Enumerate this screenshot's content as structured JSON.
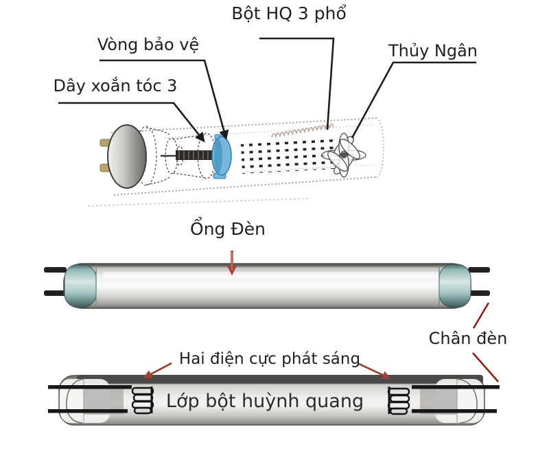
{
  "diagram": {
    "top_detail": {
      "label_powder": "Bột HQ 3 phổ",
      "label_guard_ring": "Vòng bảo vệ",
      "label_filament": "Dây xoắn tóc 3",
      "label_mercury": "Thủy Ngân"
    },
    "middle_tube": {
      "label_tube": "Ổng Đèn",
      "label_pins": "Chân đèn"
    },
    "bottom_tube": {
      "label_electrodes": "Hai điện cực phát sáng",
      "label_phosphor_layer": "Lớp bột huỳnh quang"
    },
    "colors": {
      "label_text": "#1f1f1f",
      "black_leader": "#1c1c1c",
      "red_arrow": "#a8453a",
      "dark_red_leader": "#8b1f14",
      "electrode_arrow": "#9c4433",
      "guard_ring_blue": "#76b8dc",
      "cap_teal": "#a9c9c8",
      "pin_beige": "#b7a369"
    }
  }
}
